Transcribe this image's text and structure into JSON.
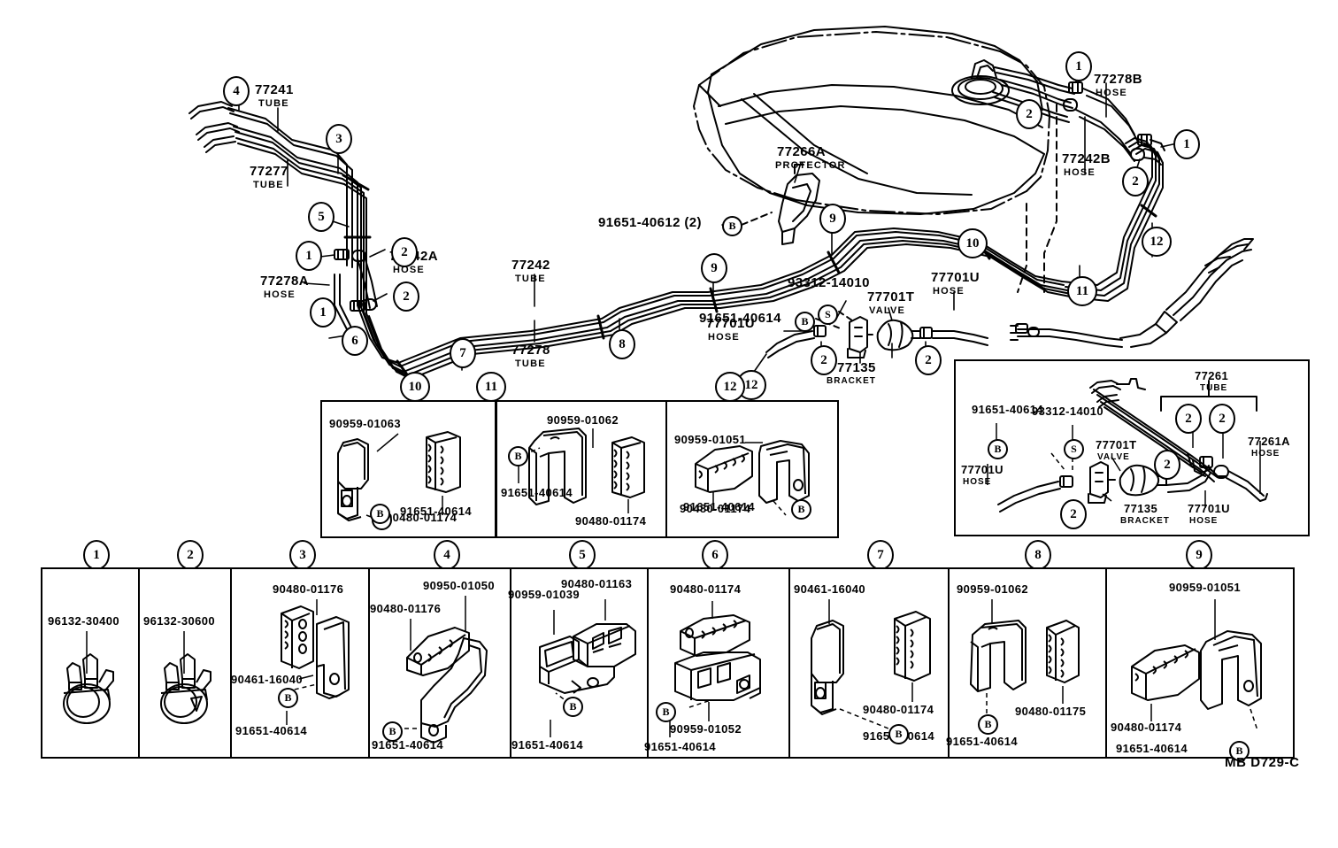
{
  "document": {
    "type": "automotive-parts-diagram",
    "drawing_code": "MB D729-C",
    "subject": "Fuel tank tubes and hoses"
  },
  "main_diagram": {
    "labels": [
      {
        "id": "77241",
        "part": "77241",
        "desc": "TUBE"
      },
      {
        "id": "77277",
        "part": "77277",
        "desc": "TUBE"
      },
      {
        "id": "77242A",
        "part": "77242A",
        "desc": "HOSE"
      },
      {
        "id": "77278A",
        "part": "77278A",
        "desc": "HOSE"
      },
      {
        "id": "77242",
        "part": "77242",
        "desc": "TUBE"
      },
      {
        "id": "77278",
        "part": "77278",
        "desc": "TUBE"
      },
      {
        "id": "77266A",
        "part": "77266A",
        "desc": "PROTECTOR"
      },
      {
        "id": "77278B",
        "part": "77278B",
        "desc": "HOSE"
      },
      {
        "id": "77242B",
        "part": "77242B",
        "desc": "HOSE"
      },
      {
        "id": "77701T",
        "part": "77701T",
        "desc": "VALVE"
      },
      {
        "id": "77701U_left",
        "part": "77701U",
        "desc": "HOSE"
      },
      {
        "id": "77701U_right",
        "part": "77701U",
        "desc": "HOSE"
      },
      {
        "id": "77135",
        "part": "77135",
        "desc": "BRACKET"
      }
    ],
    "bolt_callouts": [
      {
        "part": "91651-40612 (2)",
        "badge": "B"
      },
      {
        "part": "91651-40614",
        "badge": "B"
      },
      {
        "part": "93312-14010",
        "badge": "S"
      }
    ],
    "circled_numbers": [
      "1",
      "2",
      "3",
      "4",
      "5",
      "6",
      "7",
      "8",
      "9",
      "10",
      "11",
      "12"
    ]
  },
  "middle_panels": [
    {
      "callout": "10",
      "parts": [
        "90959-01063",
        "90480-01174",
        "91651-40614"
      ],
      "badge": "B"
    },
    {
      "callout": "11",
      "parts": [
        "90959-01062",
        "91651-40614",
        "90480-01174"
      ],
      "badge": "B"
    },
    {
      "callout": "12",
      "parts": [
        "90959-01051",
        "90480-01174",
        "91651-40614"
      ],
      "badge": "B"
    }
  ],
  "detail_panel": {
    "parts": [
      {
        "part": "91651-40614",
        "badge": "B"
      },
      {
        "part": "93312-14010",
        "badge": "S"
      },
      {
        "part": "77701U",
        "desc": "HOSE"
      },
      {
        "part": "77701T",
        "desc": "VALVE"
      },
      {
        "part": "77135",
        "desc": "BRACKET"
      },
      {
        "part": "77701U",
        "desc": "HOSE"
      },
      {
        "part": "77261",
        "desc": "TUBE"
      },
      {
        "part": "77261A",
        "desc": "HOSE"
      }
    ],
    "circled_numbers": [
      "2",
      "2",
      "2",
      "2"
    ]
  },
  "legend_panels": [
    {
      "callout": "1",
      "parts": [
        "96132-30400"
      ]
    },
    {
      "callout": "2",
      "parts": [
        "96132-30600"
      ]
    },
    {
      "callout": "3",
      "parts": [
        "90480-01176",
        "90461-16040",
        "91651-40614"
      ],
      "badge": "B"
    },
    {
      "callout": "4",
      "parts": [
        "90950-01050",
        "90480-01176",
        "91651-40614"
      ],
      "badge": "B"
    },
    {
      "callout": "5",
      "parts": [
        "90480-01163",
        "90959-01039",
        "91651-40614"
      ],
      "badge": "B"
    },
    {
      "callout": "6",
      "parts": [
        "90480-01174",
        "90959-01052",
        "91651-40614"
      ],
      "badge": "B"
    },
    {
      "callout": "7",
      "parts": [
        "90461-16040",
        "90480-01174",
        "91651-40614"
      ],
      "badge": "B"
    },
    {
      "callout": "8",
      "parts": [
        "90959-01062",
        "90480-01175",
        "91651-40614"
      ],
      "badge": "B"
    },
    {
      "callout": "9",
      "parts": [
        "90959-01051",
        "90480-01174",
        "91651-40614"
      ],
      "badge": "B"
    }
  ],
  "colors": {
    "ink": "#000000",
    "paper": "#ffffff"
  }
}
